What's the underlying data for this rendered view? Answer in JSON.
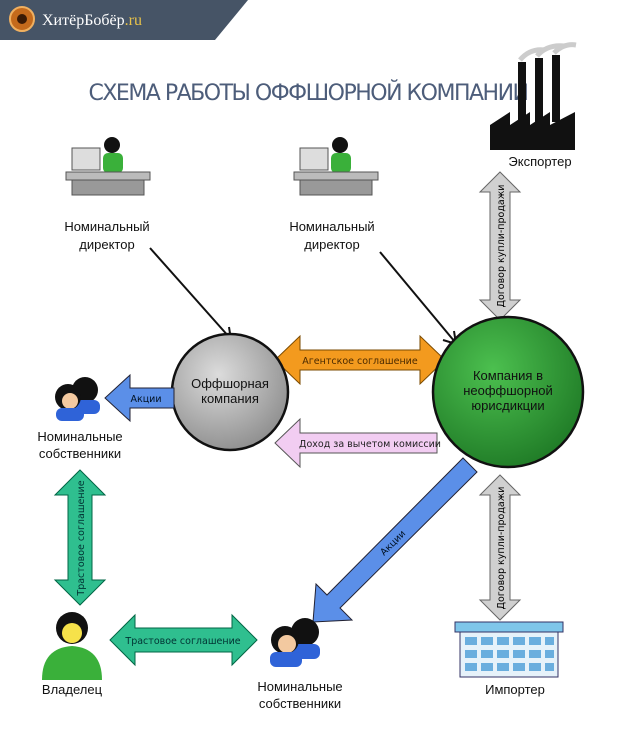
{
  "header": {
    "logo_text": "ХитёрБобёр",
    "logo_domain": ".ru"
  },
  "title": "СХЕМА РАБОТЫ ОФФШОРНОЙ КОМПАНИИ",
  "nodes": {
    "director_left": [
      "Номинальный",
      "директор"
    ],
    "director_right": [
      "Номинальный",
      "директор"
    ],
    "exporter": "Экспортер",
    "importer": "Импортер",
    "offshore": [
      "Оффшорная",
      "компания"
    ],
    "onshore": [
      "Компания в",
      "неоффшорной",
      "юрисдикции"
    ],
    "nominees_top": [
      "Номинальные",
      "собственники"
    ],
    "nominees_bottom": [
      "Номинальные",
      "собственники"
    ],
    "owner": "Владелец"
  },
  "arrows": {
    "agency": "Агентское соглашение",
    "income": "Доход за вычетом комиссии",
    "shares_left": "Акции",
    "shares_diag": "Акции",
    "trust_vertical": "Трастовое соглашение",
    "trust_horizontal": "Трастовое соглашение",
    "contract_top": "Договор купли-продажи",
    "contract_bottom": "Договор купли-продажи"
  },
  "colors": {
    "banner": "#465466",
    "title": "#4d5d7a",
    "offshore": "#a9a9a9",
    "onshore": "#2e9a36",
    "agency": "#f39a1e",
    "income": "#f2cdf2",
    "shares": "#5b8fe8",
    "trust": "#2fbf8f",
    "contract": "#c8c8c8"
  }
}
